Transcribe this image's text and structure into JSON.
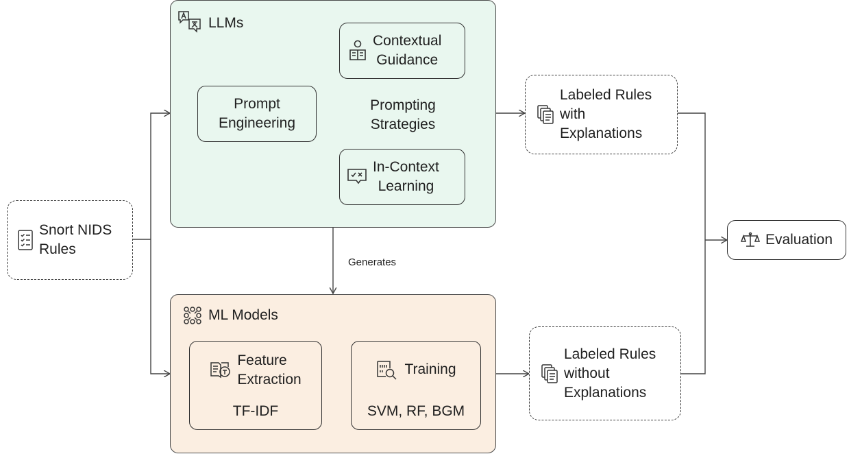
{
  "llms": {
    "title": "LLMs",
    "icon": "translate-icon",
    "prompt_engineering": [
      "Prompt",
      "Engineering"
    ],
    "contextual_guidance": [
      "Contextual",
      "Guidance"
    ],
    "in_context_learning": [
      "In-Context",
      "Learning"
    ],
    "prompting_strategies": [
      "Prompting",
      "Strategies"
    ]
  },
  "ml": {
    "title": "ML Models",
    "icon": "grid-dots-icon",
    "feature_extraction": [
      "Feature",
      "Extraction"
    ],
    "feature_method": "TF-IDF",
    "training": "Training",
    "training_methods": "SVM, RF, BGM"
  },
  "input": {
    "label": [
      "Snort NIDS",
      "Rules"
    ],
    "icon": "checklist-icon"
  },
  "generates_label": "Generates",
  "labeled_with": {
    "label": [
      "Labeled Rules",
      "with",
      "Explanations"
    ],
    "icon": "documents-icon"
  },
  "labeled_without": {
    "label": [
      "Labeled Rules",
      "without",
      "Explanations"
    ],
    "icon": "documents-icon"
  },
  "evaluation": {
    "label": "Evaluation",
    "icon": "scale-icon"
  }
}
